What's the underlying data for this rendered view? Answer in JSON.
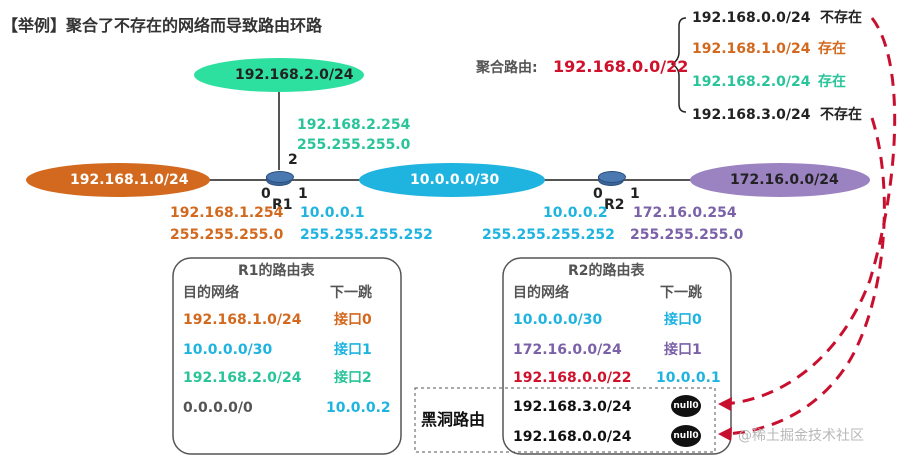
{
  "title": "【举例】聚合了不存在的网络而导致路由环路",
  "colors": {
    "orange": "#d2691e",
    "teal": "#2ac49a",
    "cyan": "#1fb3e0",
    "purple": "#7a61a8",
    "red": "#d0112b",
    "dark": "#333333",
    "gray": "#555555"
  },
  "networks": {
    "left": "192.168.1.0/24",
    "top": "192.168.2.0/24",
    "middle": "10.0.0.0/30",
    "right": "172.16.0.0/24"
  },
  "r1": {
    "label": "R1",
    "port0": "0",
    "port1": "1",
    "port2": "2",
    "if2_ip": "192.168.2.254",
    "if2_mask": "255.255.255.0",
    "if0_ip": "192.168.1.254",
    "if0_mask": "255.255.255.0",
    "if1_ip": "10.0.0.1",
    "if1_mask": "255.255.255.252"
  },
  "r2": {
    "label": "R2",
    "port0": "0",
    "port1": "1",
    "if0_ip": "10.0.0.2",
    "if0_mask": "255.255.255.252",
    "if1_ip": "172.16.0.254",
    "if1_mask": "255.255.255.0"
  },
  "aggregate": {
    "label": "聚合路由:",
    "route": "192.168.0.0/22",
    "members": [
      {
        "net": "192.168.0.0/24",
        "status": "不存在"
      },
      {
        "net": "192.168.1.0/24",
        "status": "存在"
      },
      {
        "net": "192.168.2.0/24",
        "status": "存在"
      },
      {
        "net": "192.168.3.0/24",
        "status": "不存在"
      }
    ]
  },
  "r1_table": {
    "title": "R1的路由表",
    "col_dest": "目的网络",
    "col_next": "下一跳",
    "rows": [
      {
        "dest": "192.168.1.0/24",
        "next": "接口0"
      },
      {
        "dest": "10.0.0.0/30",
        "next": "接口1"
      },
      {
        "dest": "192.168.2.0/24",
        "next": "接口2"
      },
      {
        "dest": "0.0.0.0/0",
        "next": "10.0.0.2"
      }
    ]
  },
  "r2_table": {
    "title": "R2的路由表",
    "col_dest": "目的网络",
    "col_next": "下一跳",
    "rows": [
      {
        "dest": "10.0.0.0/30",
        "next": "接口0"
      },
      {
        "dest": "172.16.0.0/24",
        "next": "接口1"
      },
      {
        "dest": "192.168.0.0/22",
        "next": "10.0.0.1"
      },
      {
        "dest": "192.168.3.0/24",
        "next": "null0"
      },
      {
        "dest": "192.168.0.0/24",
        "next": "null0"
      }
    ]
  },
  "blackhole_label": "黑洞路由",
  "watermark": "@稀土掘金技术社区"
}
